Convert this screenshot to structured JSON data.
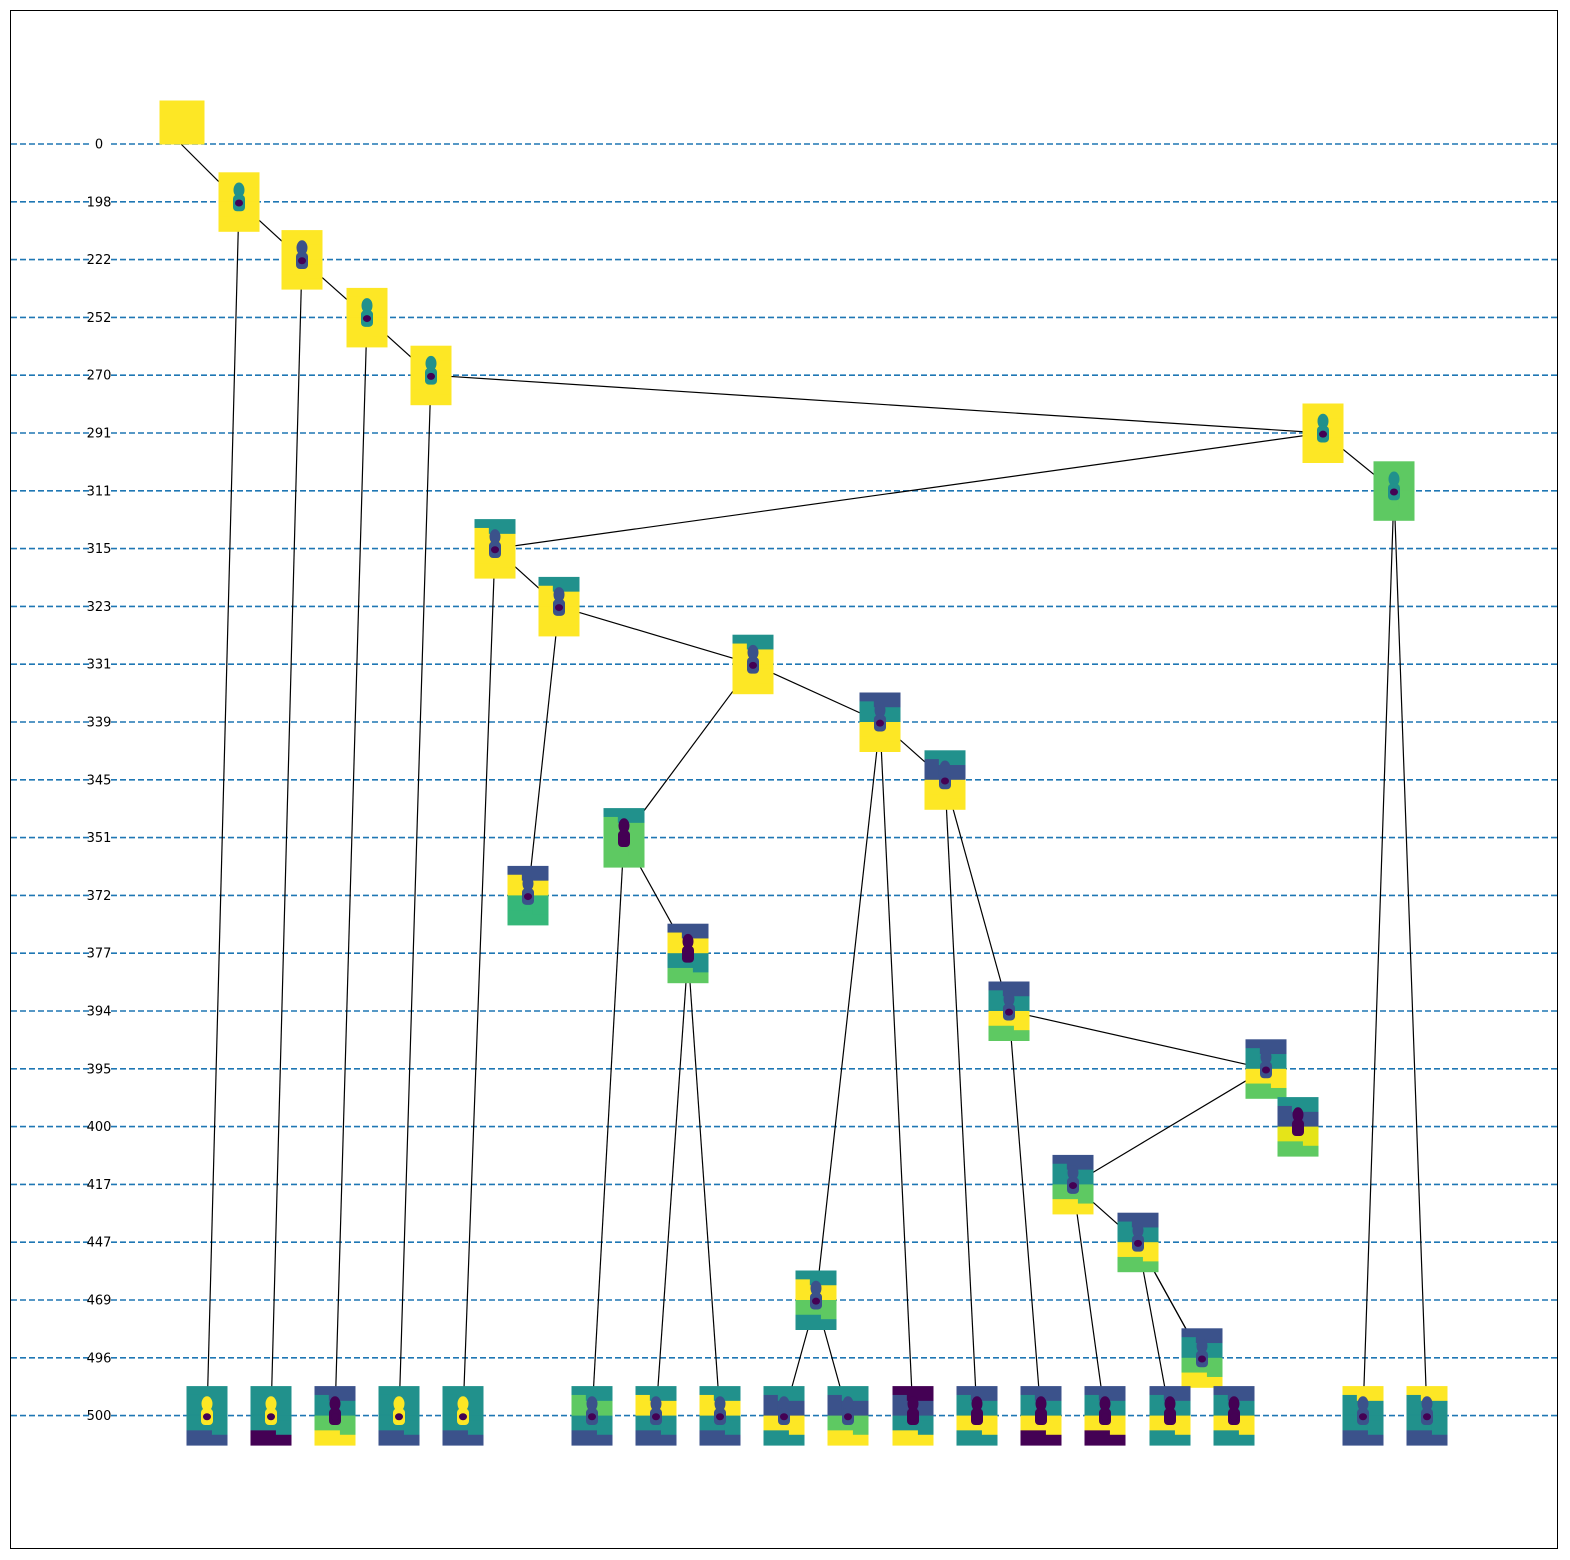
{
  "levels": [
    "0",
    "198",
    "222",
    "252",
    "270",
    "291",
    "311",
    "315",
    "323",
    "331",
    "339",
    "345",
    "351",
    "372",
    "377",
    "394",
    "395",
    "400",
    "417",
    "447",
    "469",
    "496",
    "500"
  ],
  "colors": {
    "guide": "#1f77b4",
    "edge": "#000000",
    "viridis": [
      "#440154",
      "#3b528b",
      "#21918c",
      "#5ec962",
      "#fde725"
    ]
  },
  "nodes": [
    {
      "id": "root",
      "level": 0,
      "colors": [
        "#fde725",
        "#fde725",
        "#fde725",
        "#fde725"
      ]
    },
    {
      "id": "n198",
      "level": 1,
      "parent": "root",
      "colors": [
        "#fde725",
        "#fde725",
        "#fde725",
        "#fde725"
      ],
      "spot": "#21918c"
    },
    {
      "id": "n222",
      "level": 2,
      "parent": "n198",
      "colors": [
        "#fde725",
        "#fde725",
        "#fde725",
        "#fde725"
      ],
      "spot": "#3b528b"
    },
    {
      "id": "n252",
      "level": 3,
      "parent": "n222",
      "colors": [
        "#fde725",
        "#fde725",
        "#fde725",
        "#fde725"
      ],
      "spot": "#21918c"
    },
    {
      "id": "n270",
      "level": 4,
      "parent": "n252",
      "colors": [
        "#fde725",
        "#fde725",
        "#fde725",
        "#fde725"
      ],
      "spot": "#21918c"
    },
    {
      "id": "n291",
      "level": 5,
      "parent": "n270",
      "colors": [
        "#fde725",
        "#fde725",
        "#fde725",
        "#fde725"
      ],
      "spot": "#21918c"
    },
    {
      "id": "n311",
      "level": 6,
      "parent": "n291",
      "colors": [
        "#5ec962",
        "#5ec962",
        "#5ec962",
        "#5ec962"
      ],
      "spot": "#21918c"
    },
    {
      "id": "n315",
      "level": 7,
      "parent": "n291",
      "colors": [
        "#21918c",
        "#fde725",
        "#fde725",
        "#fde725"
      ],
      "spot": "#3b528b"
    },
    {
      "id": "n323",
      "level": 8,
      "parent": "n315",
      "colors": [
        "#21918c",
        "#fde725",
        "#fde725",
        "#fde725"
      ],
      "spot": "#3b528b"
    },
    {
      "id": "n331",
      "level": 9,
      "parent": "n323",
      "colors": [
        "#21918c",
        "#fde725",
        "#fde725",
        "#fde725"
      ],
      "spot": "#3b528b"
    },
    {
      "id": "n339",
      "level": 10,
      "parent": "n331",
      "colors": [
        "#3b528b",
        "#21918c",
        "#fde725",
        "#fde725"
      ],
      "spot": "#3b528b"
    },
    {
      "id": "n345",
      "level": 11,
      "parent": "n339",
      "colors": [
        "#21918c",
        "#3b528b",
        "#fde725",
        "#fde725"
      ],
      "spot": "#3b528b"
    },
    {
      "id": "n351",
      "level": 12,
      "parent": "n331",
      "colors": [
        "#21918c",
        "#5ec962",
        "#5ec962",
        "#5ec962"
      ],
      "spot": "#440154"
    },
    {
      "id": "n372",
      "level": 13,
      "parent": "n323",
      "colors": [
        "#3b528b",
        "#fde725",
        "#35b779",
        "#35b779"
      ],
      "spot": "#3b528b"
    },
    {
      "id": "n377",
      "level": 14,
      "parent": "n351",
      "colors": [
        "#3b528b",
        "#fde725",
        "#21918c",
        "#5ec962"
      ],
      "spot": "#440154"
    },
    {
      "id": "n394",
      "level": 15,
      "parent": "n345",
      "colors": [
        "#3b528b",
        "#21918c",
        "#fde725",
        "#5ec962"
      ],
      "spot": "#3b528b"
    },
    {
      "id": "n395",
      "level": 16,
      "parent": "n394",
      "colors": [
        "#3b528b",
        "#21918c",
        "#fde725",
        "#5ec962"
      ],
      "spot": "#3b528b"
    },
    {
      "id": "n400",
      "level": 17,
      "parent": "n395",
      "colors": [
        "#21918c",
        "#3b528b",
        "#e5e419",
        "#5ec962"
      ],
      "spot": "#440154"
    },
    {
      "id": "n417",
      "level": 18,
      "parent": "n395",
      "colors": [
        "#3b528b",
        "#21918c",
        "#5ec962",
        "#fde725"
      ],
      "spot": "#3b528b"
    },
    {
      "id": "n447",
      "level": 19,
      "parent": "n417",
      "colors": [
        "#3b528b",
        "#21918c",
        "#fde725",
        "#5ec962"
      ],
      "spot": "#3b528b"
    },
    {
      "id": "n469",
      "level": 20,
      "parent": "n339",
      "colors": [
        "#21918c",
        "#fde725",
        "#5ec962",
        "#21918c"
      ],
      "spot": "#3b528b"
    },
    {
      "id": "n496",
      "level": 21,
      "parent": "n447",
      "colors": [
        "#3b528b",
        "#21918c",
        "#5ec962",
        "#fde725"
      ],
      "spot": "#3b528b"
    },
    {
      "id": "leaf1",
      "level": 22,
      "parent": "n198",
      "colors": [
        "#21918c",
        "#21918c",
        "#21918c",
        "#3b528b"
      ],
      "spot": "#fde725"
    },
    {
      "id": "leaf2",
      "level": 22,
      "parent": "n222",
      "colors": [
        "#21918c",
        "#21918c",
        "#21918c",
        "#440154"
      ],
      "spot": "#fde725"
    },
    {
      "id": "leaf3",
      "level": 22,
      "parent": "n252",
      "colors": [
        "#3b528b",
        "#21918c",
        "#5ec962",
        "#fde725"
      ],
      "spot": "#440154"
    },
    {
      "id": "leaf4",
      "level": 22,
      "parent": "n270",
      "colors": [
        "#21918c",
        "#21918c",
        "#21918c",
        "#3b528b"
      ],
      "spot": "#fde725"
    },
    {
      "id": "leaf5",
      "level": 22,
      "parent": "n315",
      "colors": [
        "#21918c",
        "#21918c",
        "#21918c",
        "#3b528b"
      ],
      "spot": "#fde725"
    },
    {
      "id": "leaf6",
      "level": 22,
      "parent": "n351",
      "colors": [
        "#21918c",
        "#5ec962",
        "#21918c",
        "#3b528b"
      ],
      "spot": "#3b528b"
    },
    {
      "id": "leaf7",
      "level": 22,
      "parent": "n377",
      "colors": [
        "#21918c",
        "#fde725",
        "#21918c",
        "#3b528b"
      ],
      "spot": "#3b528b"
    },
    {
      "id": "leaf8",
      "level": 22,
      "parent": "n377",
      "colors": [
        "#21918c",
        "#fde725",
        "#21918c",
        "#3b528b"
      ],
      "spot": "#3b528b"
    },
    {
      "id": "leaf9",
      "level": 22,
      "parent": "n469",
      "colors": [
        "#21918c",
        "#3b528b",
        "#fde725",
        "#21918c"
      ],
      "spot": "#3b528b"
    },
    {
      "id": "leaf10",
      "level": 22,
      "parent": "n469",
      "colors": [
        "#21918c",
        "#3b528b",
        "#5ec962",
        "#fde725"
      ],
      "spot": "#3b528b"
    },
    {
      "id": "leaf11",
      "level": 22,
      "parent": "n339",
      "colors": [
        "#440154",
        "#3b528b",
        "#21918c",
        "#fde725"
      ],
      "spot": "#440154"
    },
    {
      "id": "leaf12",
      "level": 22,
      "parent": "n345",
      "colors": [
        "#3b528b",
        "#21918c",
        "#fde725",
        "#21918c"
      ],
      "spot": "#440154"
    },
    {
      "id": "leaf13",
      "level": 22,
      "parent": "n394",
      "colors": [
        "#3b528b",
        "#21918c",
        "#fde725",
        "#440154"
      ],
      "spot": "#440154"
    },
    {
      "id": "leaf14",
      "level": 22,
      "parent": "n417",
      "colors": [
        "#3b528b",
        "#21918c",
        "#fde725",
        "#440154"
      ],
      "spot": "#440154"
    },
    {
      "id": "leaf15",
      "level": 22,
      "parent": "n447",
      "colors": [
        "#3b528b",
        "#21918c",
        "#fde725",
        "#21918c"
      ],
      "spot": "#440154"
    },
    {
      "id": "leaf16",
      "level": 22,
      "parent": "n447",
      "colors": [
        "#3b528b",
        "#21918c",
        "#fde725",
        "#21918c"
      ],
      "spot": "#440154"
    },
    {
      "id": "leaf17",
      "level": 22,
      "parent": "n311",
      "colors": [
        "#fde725",
        "#21918c",
        "#21918c",
        "#3b528b"
      ],
      "spot": "#3b528b"
    },
    {
      "id": "leaf18",
      "level": 22,
      "parent": "n311",
      "colors": [
        "#fde725",
        "#21918c",
        "#21918c",
        "#3b528b"
      ],
      "spot": "#3b528b"
    }
  ]
}
